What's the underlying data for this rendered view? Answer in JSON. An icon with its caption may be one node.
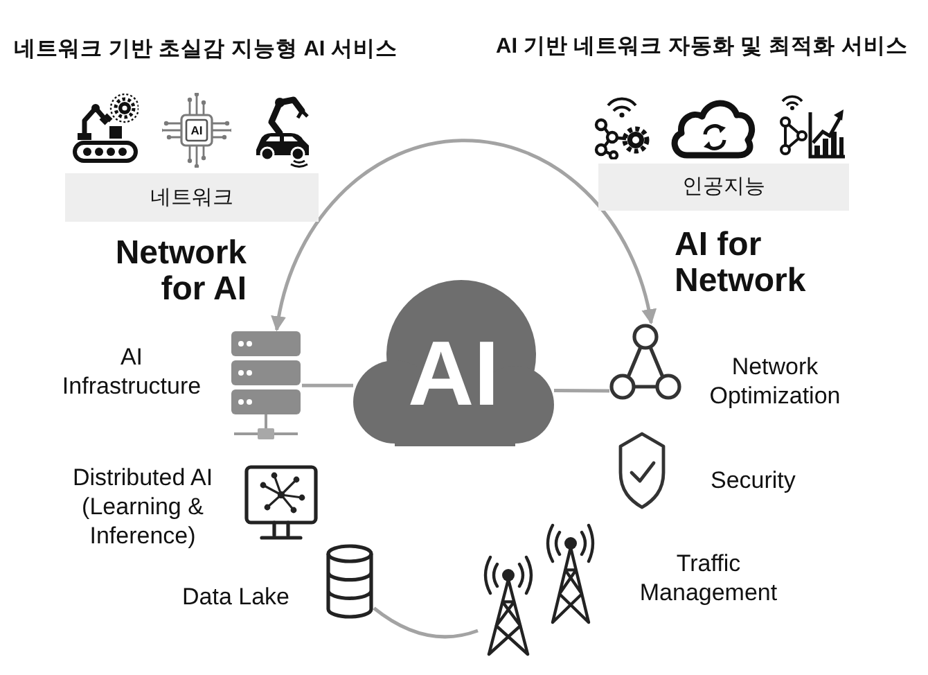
{
  "diagram": {
    "nodes": [
      {
        "text": [
          "네트워크"
        ]
      },
      {
        "text": [
          "인공지능"
        ]
      },
      {
        "text": [],
        "shape": "picture",
        "beside": [
          "AI Infrastructure"
        ]
      },
      {
        "text": [
          "AI"
        ]
      },
      {
        "text": [],
        "shape": "picture",
        "beside": [
          "Network Optimization"
        ]
      },
      {
        "text": [],
        "shape": "picture",
        "beside": [
          "Distributed AI (Learning & Inference)"
        ]
      },
      {
        "text": [],
        "shape": "picture",
        "beside": [
          "Security"
        ]
      },
      {
        "text": [],
        "shape": "cylinder",
        "beside": [
          "Data Lake"
        ]
      },
      {
        "text": [],
        "shape": "picture",
        "beside": [
          "Traffic Management"
        ]
      }
    ],
    "edges": [
      {
        "from": 2,
        "to": 4,
        "arrow": "both"
      },
      {
        "from": 3,
        "to": 2,
        "arrow": "none"
      },
      {
        "from": 3,
        "to": 4,
        "arrow": "none"
      },
      {
        "from": 7,
        "to": 8,
        "arrow": "none"
      }
    ],
    "labels": [
      "네트워크 기반 초실감 지능형 AI 서비스",
      "AI 기반 네트워크 자동화 및 최적화 서비스",
      "AI",
      "Network for AI",
      "AI for Network"
    ]
  }
}
